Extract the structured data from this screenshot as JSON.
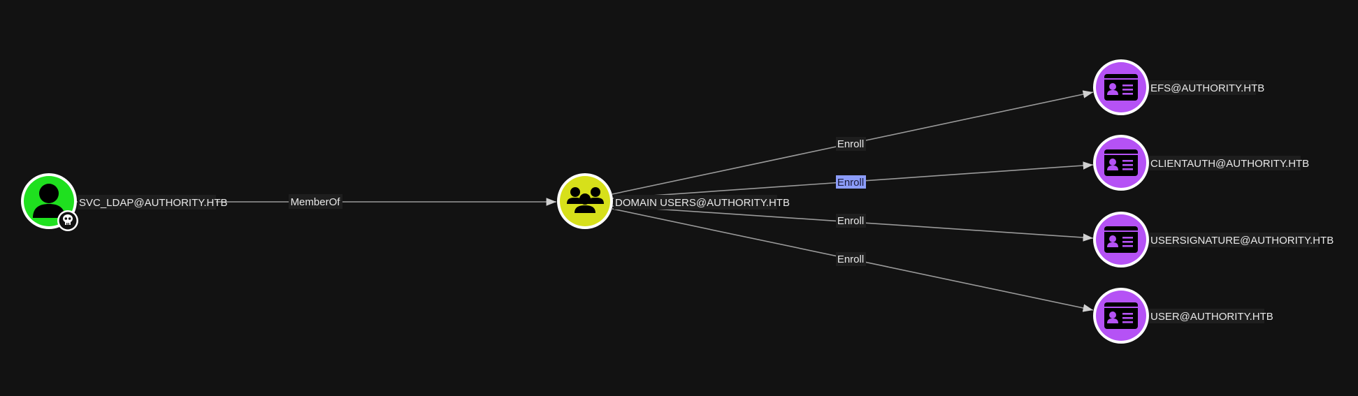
{
  "colors": {
    "background": "#121212",
    "user_node": "#1fe01f",
    "group_node": "#d7e01a",
    "template_node": "#b552f5",
    "selected_edge_label": "#8c9dfa",
    "edge_line": "#9a9a9a"
  },
  "nodes": {
    "svc_ldap": {
      "label": "SVC_LDAP@AUTHORITY.HTB",
      "icon": "user-icon",
      "badge": "skull-icon"
    },
    "domain_users": {
      "label": "DOMAIN USERS@AUTHORITY.HTB",
      "icon": "group-icon"
    },
    "efs": {
      "label": "EFS@AUTHORITY.HTB",
      "icon": "certificate-template-icon"
    },
    "clientauth": {
      "label": "CLIENTAUTH@AUTHORITY.HTB",
      "icon": "certificate-template-icon"
    },
    "usersignature": {
      "label": "USERSIGNATURE@AUTHORITY.HTB",
      "icon": "certificate-template-icon"
    },
    "user": {
      "label": "USER@AUTHORITY.HTB",
      "icon": "certificate-template-icon"
    }
  },
  "edges": {
    "memberof": {
      "label": "MemberOf"
    },
    "enroll_efs": {
      "label": "Enroll"
    },
    "enroll_clientauth": {
      "label": "Enroll",
      "selected": true
    },
    "enroll_usersignature": {
      "label": "Enroll"
    },
    "enroll_user": {
      "label": "Enroll"
    }
  }
}
